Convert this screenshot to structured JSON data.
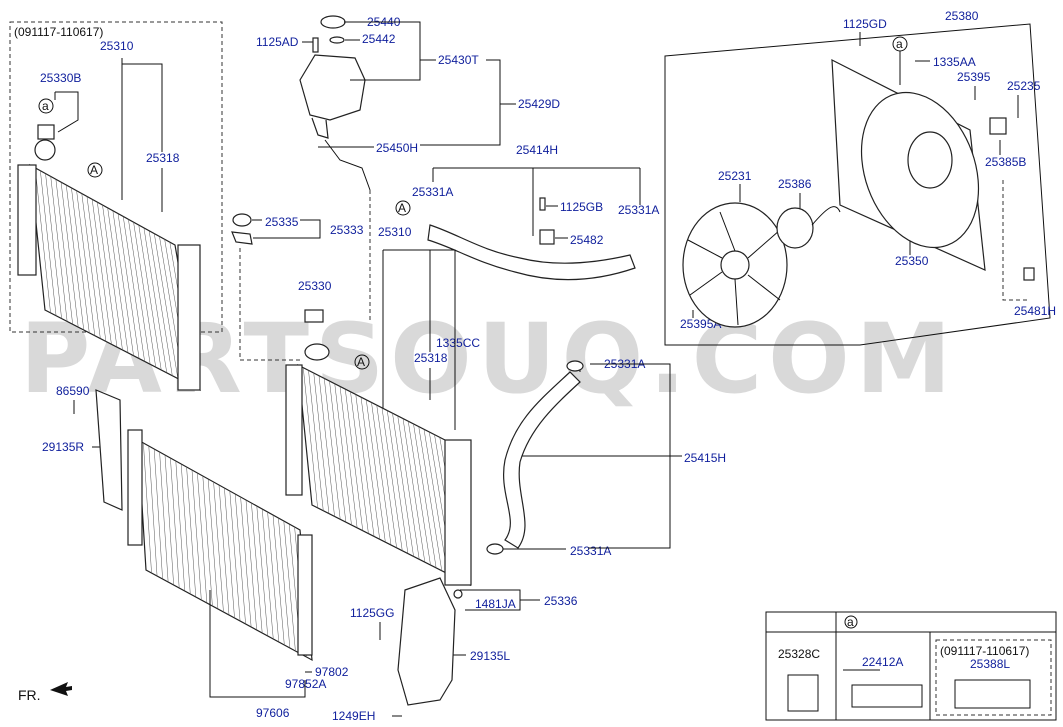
{
  "watermark": "PARTSOUQ.COM",
  "front_label": "FR.",
  "labels": [
    {
      "id": "date-range-top-left",
      "text": "(091117-110617)"
    },
    {
      "id": "25310-left",
      "text": "25310"
    },
    {
      "id": "25330B",
      "text": "25330B"
    },
    {
      "id": "25318-left",
      "text": "25318"
    },
    {
      "id": "25440",
      "text": "25440"
    },
    {
      "id": "1125AD",
      "text": "1125AD"
    },
    {
      "id": "25442",
      "text": "25442"
    },
    {
      "id": "25430T",
      "text": "25430T"
    },
    {
      "id": "25429D",
      "text": "25429D"
    },
    {
      "id": "25450H",
      "text": "25450H"
    },
    {
      "id": "25414H",
      "text": "25414H"
    },
    {
      "id": "25331A-1",
      "text": "25331A"
    },
    {
      "id": "1125GB",
      "text": "1125GB"
    },
    {
      "id": "25331A-2",
      "text": "25331A"
    },
    {
      "id": "25482",
      "text": "25482"
    },
    {
      "id": "25335",
      "text": "25335"
    },
    {
      "id": "25333",
      "text": "25333"
    },
    {
      "id": "25310-center",
      "text": "25310"
    },
    {
      "id": "25330",
      "text": "25330"
    },
    {
      "id": "1335CC",
      "text": "1335CC"
    },
    {
      "id": "25318-center",
      "text": "25318"
    },
    {
      "id": "25331A-3",
      "text": "25331A"
    },
    {
      "id": "25415H",
      "text": "25415H"
    },
    {
      "id": "25331A-4",
      "text": "25331A"
    },
    {
      "id": "86590",
      "text": "86590"
    },
    {
      "id": "29135R",
      "text": "29135R"
    },
    {
      "id": "1125GG",
      "text": "1125GG"
    },
    {
      "id": "1481JA",
      "text": "1481JA"
    },
    {
      "id": "25336",
      "text": "25336"
    },
    {
      "id": "29135L",
      "text": "29135L"
    },
    {
      "id": "97802",
      "text": "97802"
    },
    {
      "id": "97852A",
      "text": "97852A"
    },
    {
      "id": "97606",
      "text": "97606"
    },
    {
      "id": "1249EH",
      "text": "1249EH"
    },
    {
      "id": "1125GD",
      "text": "1125GD"
    },
    {
      "id": "25380",
      "text": "25380"
    },
    {
      "id": "1335AA",
      "text": "1335AA"
    },
    {
      "id": "25395",
      "text": "25395"
    },
    {
      "id": "25235",
      "text": "25235"
    },
    {
      "id": "25385B",
      "text": "25385B"
    },
    {
      "id": "25231",
      "text": "25231"
    },
    {
      "id": "25386",
      "text": "25386"
    },
    {
      "id": "25350",
      "text": "25350"
    },
    {
      "id": "25395A",
      "text": "25395A"
    },
    {
      "id": "25481H",
      "text": "25481H"
    }
  ],
  "callouts": {
    "a": "a",
    "A": "A"
  },
  "legend": {
    "marker": "a",
    "col1": "25328C",
    "col2": "22412A",
    "col3_range": "(091117-110617)",
    "col3": "25388L"
  }
}
